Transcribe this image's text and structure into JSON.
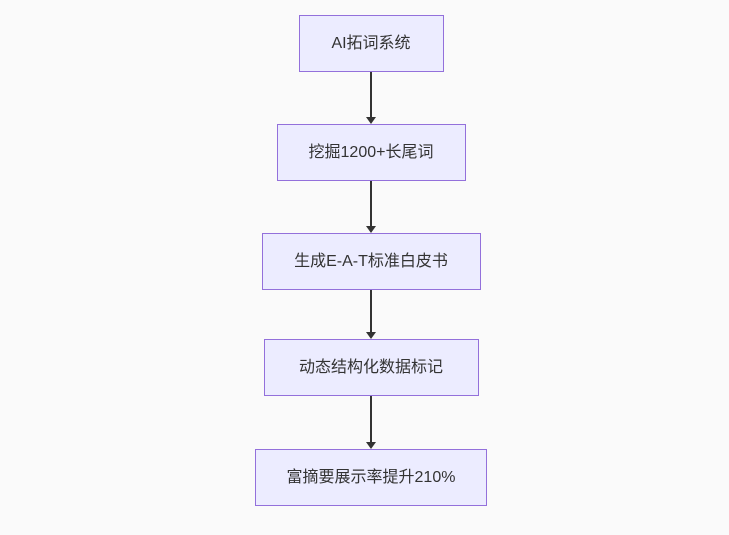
{
  "diagram": {
    "type": "flowchart",
    "direction": "top-down",
    "nodes": [
      {
        "id": "1",
        "label": "AI拓词系统"
      },
      {
        "id": "2",
        "label": "挖掘1200+长尾词"
      },
      {
        "id": "3",
        "label": "生成E-A-T标准白皮书"
      },
      {
        "id": "4",
        "label": "动态结构化数据标记"
      },
      {
        "id": "5",
        "label": "富摘要展示率提升210%"
      }
    ],
    "edges": [
      {
        "from": "1",
        "to": "2"
      },
      {
        "from": "2",
        "to": "3"
      },
      {
        "from": "3",
        "to": "4"
      },
      {
        "from": "4",
        "to": "5"
      }
    ],
    "colors": {
      "node_fill": "#ECECFF",
      "node_border": "#9370DB",
      "arrow": "#333333",
      "text": "#333333",
      "background": "#fafafa"
    }
  }
}
